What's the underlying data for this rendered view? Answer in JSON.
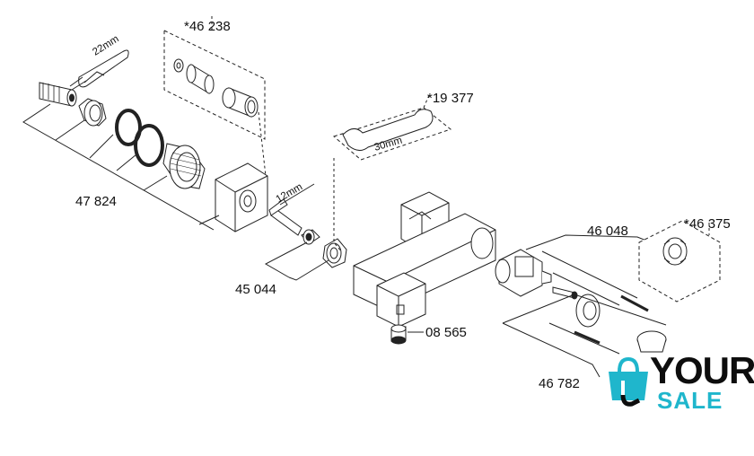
{
  "parts": {
    "p46238": "*46 238",
    "p47824": "47 824",
    "p45044": "45 044",
    "p19377": "*19 377",
    "p08565": "08 565",
    "p46048": "46 048",
    "p46375": "*46 375",
    "p46782": "46 782"
  },
  "tools": {
    "wrench22": "22mm",
    "hexkey": "12mm",
    "wrench30": "30mm"
  },
  "logo": {
    "top": "YOUR",
    "bottom": "SALE",
    "accent_color": "#1fb6cc"
  }
}
